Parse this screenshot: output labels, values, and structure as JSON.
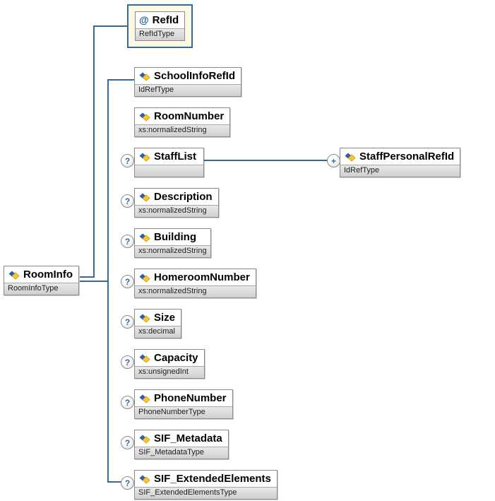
{
  "diagram": {
    "root": {
      "name": "RoomInfo",
      "type": "RoomInfoType"
    },
    "attribute": {
      "prefix": "@",
      "name": "RefId",
      "type": "RefIdType"
    },
    "indicators": {
      "optional": "?",
      "repeat": "+"
    },
    "children": [
      {
        "name": "SchoolInfoRefId",
        "type": "IdRefType",
        "optional": false
      },
      {
        "name": "RoomNumber",
        "type": "xs:normalizedString",
        "optional": false
      },
      {
        "name": "StaffList",
        "type": "",
        "optional": true,
        "child": {
          "name": "StaffPersonalRefId",
          "type": "IdRefType",
          "repeat": "+"
        }
      },
      {
        "name": "Description",
        "type": "xs:normalizedString",
        "optional": true
      },
      {
        "name": "Building",
        "type": "xs:normalizedString",
        "optional": true
      },
      {
        "name": "HomeroomNumber",
        "type": "xs:normalizedString",
        "optional": true
      },
      {
        "name": "Size",
        "type": "xs:decimal",
        "optional": true
      },
      {
        "name": "Capacity",
        "type": "xs:unsignedInt",
        "optional": true
      },
      {
        "name": "PhoneNumber",
        "type": "PhoneNumberType",
        "optional": true
      },
      {
        "name": "SIF_Metadata",
        "type": "SIF_MetadataType",
        "optional": true
      },
      {
        "name": "SIF_ExtendedElements",
        "type": "SIF_ExtendedElementsType",
        "optional": true
      }
    ],
    "colors": {
      "connector": "#35689b",
      "attribute_container_bg": "#fcfae3",
      "type_row_bg": "#d8d8d8"
    }
  }
}
